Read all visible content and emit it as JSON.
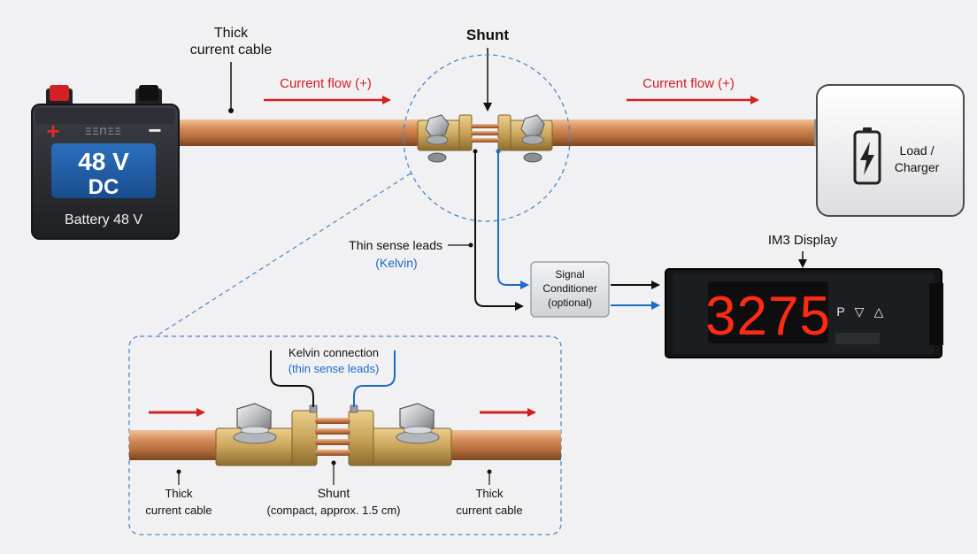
{
  "labels": {
    "thick_cable_top": [
      "Thick",
      "current cable"
    ],
    "shunt_title": "Shunt",
    "current_flow_left": "Current flow (+)",
    "current_flow_right": "Current flow (+)",
    "battery_voltage": "48 V",
    "battery_dc": "DC",
    "battery_caption": "Battery 48 V",
    "battery_plus": "+",
    "battery_minus": "−",
    "battery_brand": "ΞΞΠΞΞ",
    "load": [
      "Load /",
      "Charger"
    ],
    "sense_leads": "Thin sense leads",
    "kelvin": "(Kelvin)",
    "signal_conditioner": [
      "Signal",
      "Conditioner",
      "(optional)"
    ],
    "display_title": "IM3 Display",
    "display_reading": "3275",
    "display_keys": [
      "P",
      "▽",
      "△"
    ],
    "kelvin_connection": "Kelvin connection",
    "kelvin_sub": "(thin sense leads)",
    "detail_left_cable": [
      "Thick",
      "current cable"
    ],
    "detail_right_cable": [
      "Thick",
      "current cable"
    ],
    "detail_shunt_title": "Shunt",
    "detail_shunt_sub": "(compact, approx. 1.5 cm)"
  },
  "colors": {
    "background": "#f1f1f3",
    "copper": "#c9814f",
    "brass": "#c9a45a",
    "current_arrow": "#d32020",
    "blue_lead": "#1a6cc4",
    "black_lead": "#111111",
    "dashed": "#4a86c8",
    "battery_body": "#2a2c31",
    "battery_panel": "#1f5ea8",
    "display_digits": "#ff2a14"
  },
  "icons": {
    "load": "battery-charging-icon",
    "bolt": "hex-bolt-icon"
  }
}
